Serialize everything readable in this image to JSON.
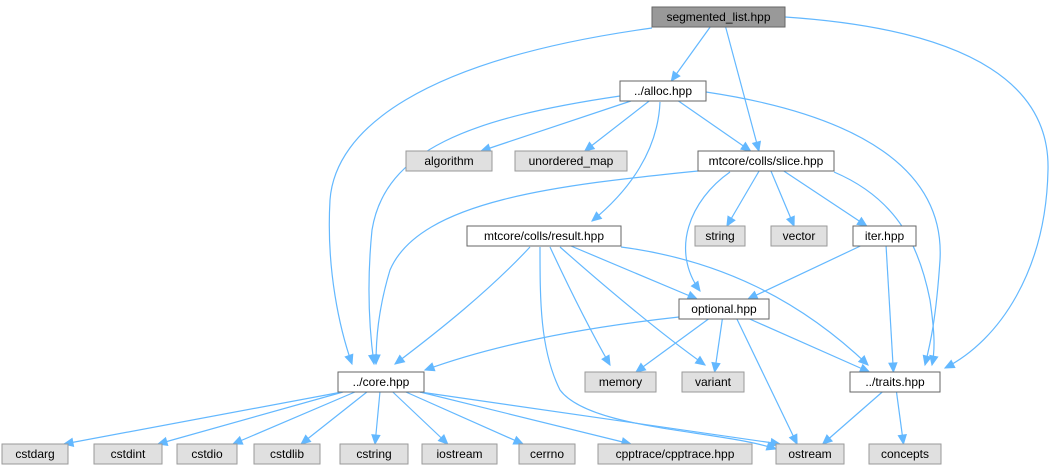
{
  "colors": {
    "root_fill": "#999999",
    "file_fill": "#ffffff",
    "system_fill": "#e0e0e0",
    "file_stroke": "#666666",
    "system_stroke": "#999999",
    "edge": "#63b8ff"
  },
  "nodes": [
    {
      "id": "segmented_list",
      "label": "segmented_list.hpp",
      "kind": "root"
    },
    {
      "id": "alloc",
      "label": "../alloc.hpp",
      "kind": "file"
    },
    {
      "id": "slice",
      "label": "mtcore/colls/slice.hpp",
      "kind": "file"
    },
    {
      "id": "result",
      "label": "mtcore/colls/result.hpp",
      "kind": "file"
    },
    {
      "id": "iter",
      "label": "iter.hpp",
      "kind": "file"
    },
    {
      "id": "optional",
      "label": "optional.hpp",
      "kind": "file"
    },
    {
      "id": "core",
      "label": "../core.hpp",
      "kind": "file"
    },
    {
      "id": "traits",
      "label": "../traits.hpp",
      "kind": "file"
    },
    {
      "id": "algorithm",
      "label": "algorithm",
      "kind": "system"
    },
    {
      "id": "unordered_map",
      "label": "unordered_map",
      "kind": "system"
    },
    {
      "id": "string",
      "label": "string",
      "kind": "system"
    },
    {
      "id": "vector",
      "label": "vector",
      "kind": "system"
    },
    {
      "id": "memory",
      "label": "memory",
      "kind": "system"
    },
    {
      "id": "variant",
      "label": "variant",
      "kind": "system"
    },
    {
      "id": "cstdarg",
      "label": "cstdarg",
      "kind": "system"
    },
    {
      "id": "cstdint",
      "label": "cstdint",
      "kind": "system"
    },
    {
      "id": "cstdio",
      "label": "cstdio",
      "kind": "system"
    },
    {
      "id": "cstdlib",
      "label": "cstdlib",
      "kind": "system"
    },
    {
      "id": "cstring",
      "label": "cstring",
      "kind": "system"
    },
    {
      "id": "iostream",
      "label": "iostream",
      "kind": "system"
    },
    {
      "id": "cerrno",
      "label": "cerrno",
      "kind": "system"
    },
    {
      "id": "cpptrace",
      "label": "cpptrace/cpptrace.hpp",
      "kind": "system"
    },
    {
      "id": "ostream",
      "label": "ostream",
      "kind": "system"
    },
    {
      "id": "concepts",
      "label": "concepts",
      "kind": "system"
    }
  ],
  "edges": [
    [
      "segmented_list",
      "alloc"
    ],
    [
      "segmented_list",
      "slice"
    ],
    [
      "segmented_list",
      "core"
    ],
    [
      "segmented_list",
      "traits"
    ],
    [
      "alloc",
      "algorithm"
    ],
    [
      "alloc",
      "unordered_map"
    ],
    [
      "alloc",
      "slice"
    ],
    [
      "alloc",
      "result"
    ],
    [
      "alloc",
      "core"
    ],
    [
      "alloc",
      "traits"
    ],
    [
      "slice",
      "string"
    ],
    [
      "slice",
      "vector"
    ],
    [
      "slice",
      "iter"
    ],
    [
      "slice",
      "optional"
    ],
    [
      "slice",
      "core"
    ],
    [
      "slice",
      "traits"
    ],
    [
      "result",
      "optional"
    ],
    [
      "result",
      "core"
    ],
    [
      "result",
      "memory"
    ],
    [
      "result",
      "variant"
    ],
    [
      "result",
      "ostream"
    ],
    [
      "result",
      "traits"
    ],
    [
      "iter",
      "optional"
    ],
    [
      "iter",
      "traits"
    ],
    [
      "optional",
      "core"
    ],
    [
      "optional",
      "memory"
    ],
    [
      "optional",
      "variant"
    ],
    [
      "optional",
      "ostream"
    ],
    [
      "optional",
      "traits"
    ],
    [
      "core",
      "cstdarg"
    ],
    [
      "core",
      "cstdint"
    ],
    [
      "core",
      "cstdio"
    ],
    [
      "core",
      "cstdlib"
    ],
    [
      "core",
      "cstring"
    ],
    [
      "core",
      "iostream"
    ],
    [
      "core",
      "cerrno"
    ],
    [
      "core",
      "cpptrace"
    ],
    [
      "core",
      "ostream"
    ],
    [
      "traits",
      "ostream"
    ],
    [
      "traits",
      "concepts"
    ]
  ]
}
